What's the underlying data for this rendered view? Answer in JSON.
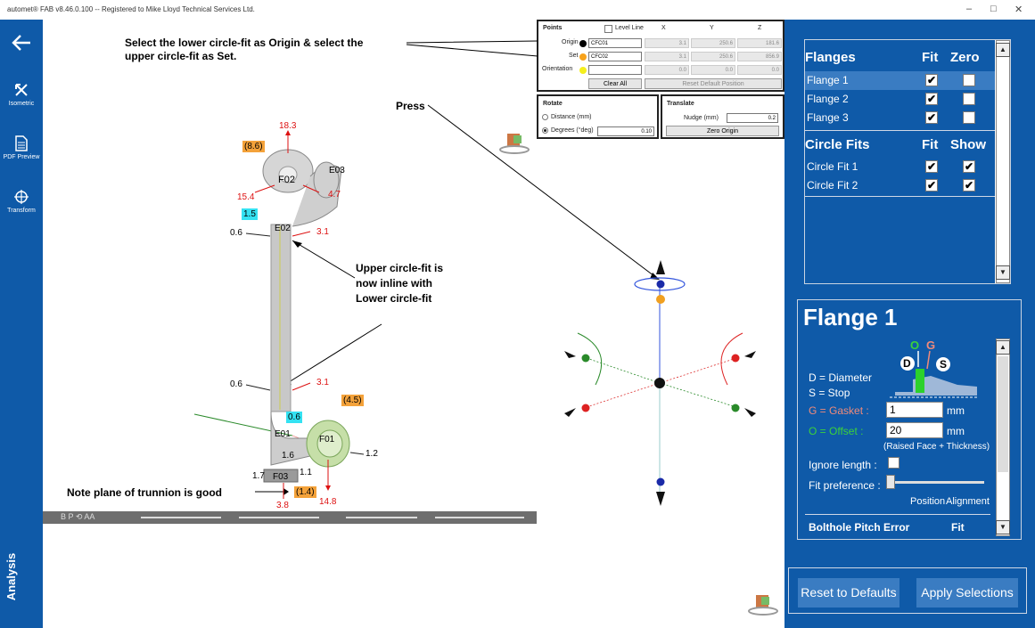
{
  "window": {
    "title": "automet® FAB v8.46.0.100  --  Registered to Mike Lloyd Technical Services Ltd.",
    "minimize": "–",
    "maximize": "□",
    "close": "✕"
  },
  "leftnav": {
    "back_icon": "back-arrow-icon",
    "items": [
      {
        "label": "Isometric",
        "icon": "isometric-icon"
      },
      {
        "label": "PDF Preview",
        "icon": "document-icon"
      },
      {
        "label": "Transform",
        "icon": "transform-icon"
      }
    ],
    "bottom_label": "Analysis"
  },
  "points_panel": {
    "title": "Points",
    "level_line": "Level Line",
    "cols": [
      "X",
      "Y",
      "Z"
    ],
    "rows": [
      {
        "label": "Origin",
        "dot": "#000000",
        "combo": "CFC01",
        "x": "3.1",
        "y": "250.6",
        "z": "181.6"
      },
      {
        "label": "Set",
        "dot": "#f7a21b",
        "combo": "CFC02",
        "x": "3.1",
        "y": "250.6",
        "z": "856.9"
      },
      {
        "label": "Orientation",
        "dot": "#f5ef1d",
        "combo": "",
        "x": "0.0",
        "y": "0.0",
        "z": "0.0"
      }
    ],
    "clear_all": "Clear All",
    "reset_default": "Reset Default Position"
  },
  "rotate_panel": {
    "title": "Rotate",
    "distance": "Distance (mm)",
    "degrees": "Degrees (°deg)",
    "degrees_value": "0.10",
    "selected": "degrees"
  },
  "translate_panel": {
    "title": "Translate",
    "nudge": "Nudge (mm)",
    "nudge_value": "0.2",
    "zero_origin": "Zero Origin"
  },
  "annotations": {
    "a1": "Select the lower circle-fit as Origin & select the",
    "a2": "upper circle-fit as Set.",
    "press": "Press",
    "inline1": "Upper circle-fit is",
    "inline2": "now inline with",
    "inline3": "Lower circle-fit",
    "trunnion": "Note plane of trunnion is good"
  },
  "model_labels": {
    "l183": "18.3",
    "l86": "(8.6)",
    "f02": "F02",
    "e03": "E03",
    "l154": "15.4",
    "l47": "4.7",
    "l15": "1.5",
    "e02": "E02",
    "l06a": "0.6",
    "l31a": "3.1",
    "l06b": "0.6",
    "l31b": "3.1",
    "l45": "(4.5)",
    "l06c": "0.6",
    "e01": "E01",
    "f01": "F01",
    "l16": "1.6",
    "l12": "1.2",
    "l17": "1.7",
    "f03": "F03",
    "l11": "1.1",
    "l14": "(1.4)",
    "l38": "3.8",
    "l148": "14.8"
  },
  "toolbar": {
    "items": "B P ⟲ AA"
  },
  "flanges": {
    "header": "Flanges",
    "fit": "Fit",
    "zero": "Zero",
    "items": [
      {
        "label": "Flange 1",
        "fit": true,
        "zero": false,
        "selected": true
      },
      {
        "label": "Flange 2",
        "fit": true,
        "zero": false,
        "selected": false
      },
      {
        "label": "Flange 3",
        "fit": true,
        "zero": false,
        "selected": false
      }
    ]
  },
  "circle_fits": {
    "header": "Circle Fits",
    "fit": "Fit",
    "show": "Show",
    "items": [
      {
        "label": "Circle Fit 1",
        "fit": true,
        "show": true
      },
      {
        "label": "Circle Fit 2",
        "fit": true,
        "show": true
      }
    ]
  },
  "detail": {
    "title": "Flange 1",
    "d_text": "D = Diameter",
    "s_text": "S = Stop",
    "gasket_label": "G = Gasket :",
    "gasket_value": "1",
    "gasket_unit": "mm",
    "offset_label": "O = Offset :",
    "offset_value": "20",
    "offset_unit": "mm",
    "raised": "(Raised Face + Thickness)",
    "ignore_length": "Ignore length :",
    "fit_pref": "Fit preference :",
    "position": "Position",
    "alignment": "Alignment",
    "bolthole": "Bolthole  Pitch Error",
    "bolthole_fit": "Fit",
    "diag_o": "O",
    "diag_g": "G",
    "diag_d": "D",
    "diag_s": "S",
    "gasket_color": "#f08a7a",
    "offset_color": "#4bd24b"
  },
  "buttons": {
    "reset": "Reset to Defaults",
    "apply": "Apply Selections"
  }
}
